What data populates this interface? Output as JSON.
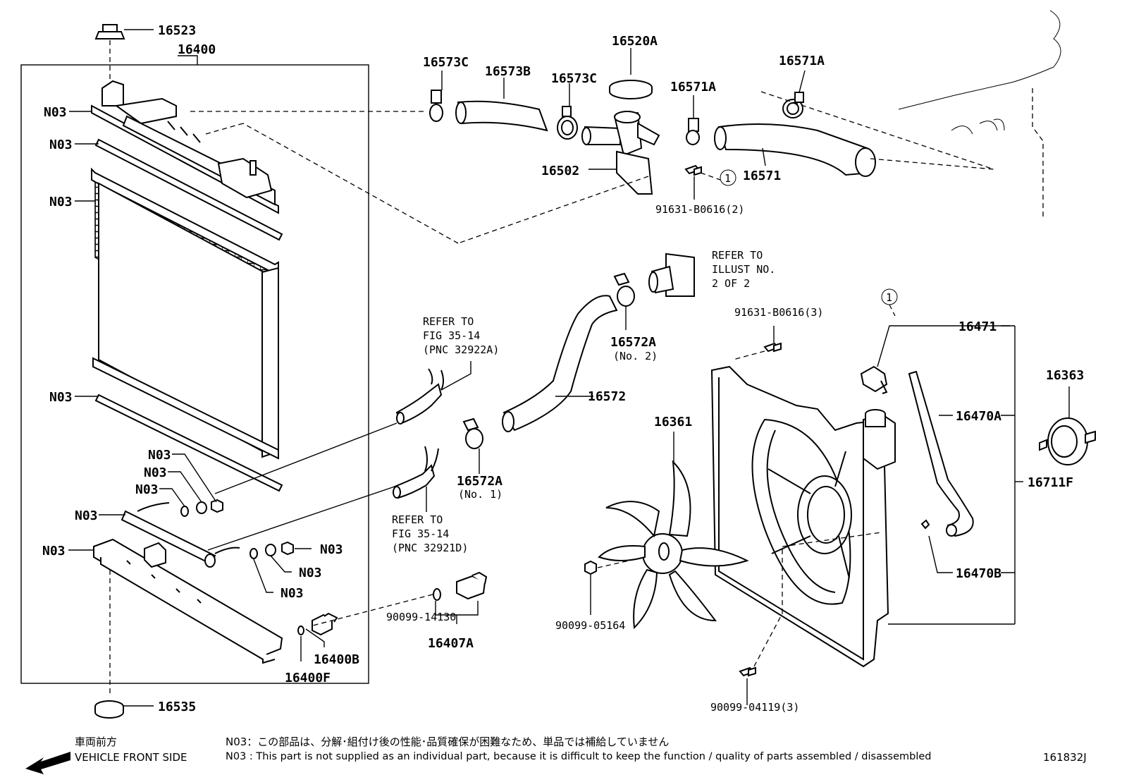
{
  "parts": {
    "p16523": "16523",
    "p16400": "16400",
    "p16535": "16535",
    "p16573C_a": "16573C",
    "p16573B": "16573B",
    "p16573C_b": "16573C",
    "p16520A": "16520A",
    "p16571A_a": "16571A",
    "p16571A_b": "16571A",
    "p16571": "16571",
    "p16502": "16502",
    "p91631_2": "91631-B0616(2)",
    "p16572A_2": "16572A",
    "p16572A_2_note": "(No. 2)",
    "p16572": "16572",
    "p16572A_1": "16572A",
    "p16572A_1_note": "(No. 1)",
    "p90099_14130": "90099-14130",
    "p16407A": "16407A",
    "p16400B": "16400B",
    "p16400F": "16400F",
    "p91631_3": "91631-B0616(3)",
    "p16471": "16471",
    "p16470A": "16470A",
    "p16711F": "16711F",
    "p16470B": "16470B",
    "p16363": "16363",
    "p16361": "16361",
    "p90099_05164": "90099-05164",
    "p90099_04119": "90099-04119(3)",
    "circle1": "1"
  },
  "n03": [
    "N03",
    "N03",
    "N03",
    "N03",
    "N03",
    "N03",
    "N03",
    "N03",
    "N03",
    "N03",
    "N03",
    "N03"
  ],
  "refs": {
    "illust": [
      "REFER TO",
      "ILLUST NO.",
      "2 OF 2"
    ],
    "fig_upper": [
      "REFER TO",
      "FIG 35-14",
      "(PNC 32922A)"
    ],
    "fig_lower": [
      "REFER TO",
      "FIG 35-14",
      "(PNC 32921D)"
    ]
  },
  "footer": {
    "direction_jp": "車両前方",
    "direction_en": "VEHICLE FRONT SIDE",
    "note_jp": "N03：この部品は、分解･組付け後の性能･品質確保が困難なため、単品では補給していません",
    "note_en": "N03 : This part is not supplied as an individual part, because it is difficult to keep the function / quality of parts assembled / disassembled",
    "code": "161832J"
  }
}
